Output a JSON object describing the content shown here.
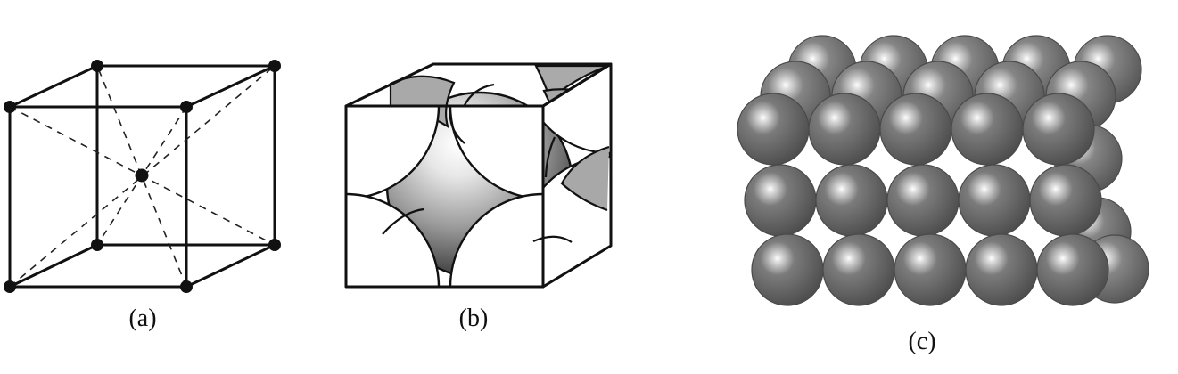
{
  "figure": {
    "captions": {
      "a": "(a)",
      "b": "(b)",
      "c": "(c)"
    },
    "colors": {
      "line": "#111111",
      "cell_face": "#ffffff",
      "atom_shadow": "#a8a8a8",
      "atom_gray": "#6a6a6a",
      "atom_highlight": "#f7f7f7"
    }
  }
}
